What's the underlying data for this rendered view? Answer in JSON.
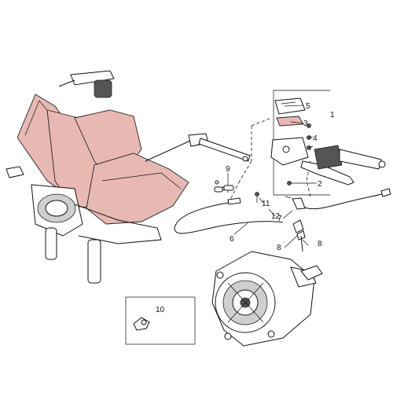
{
  "callouts": [
    {
      "id": "c1",
      "text": "1"
    },
    {
      "id": "c2",
      "text": "2"
    },
    {
      "id": "c3",
      "text": "3"
    },
    {
      "id": "c4",
      "text": "4"
    },
    {
      "id": "c5",
      "text": "5"
    },
    {
      "id": "c6",
      "text": "6"
    },
    {
      "id": "c7",
      "text": "7"
    },
    {
      "id": "c8a",
      "text": "8"
    },
    {
      "id": "c8b",
      "text": "8"
    },
    {
      "id": "c9",
      "text": "9"
    },
    {
      "id": "c10",
      "text": "10"
    },
    {
      "id": "c11",
      "text": "11"
    },
    {
      "id": "c12",
      "text": "12"
    }
  ]
}
